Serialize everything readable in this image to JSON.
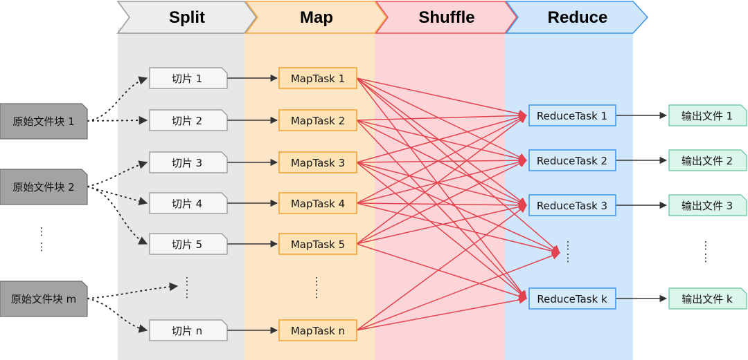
{
  "stages": [
    {
      "label": "Split",
      "fill": "#ededed",
      "stroke": "#9a9a9a"
    },
    {
      "label": "Map",
      "fill": "#fde6c7",
      "stroke": "#f0a640"
    },
    {
      "label": "Shuffle",
      "fill": "#fcd5d8",
      "stroke": "#e9525e"
    },
    {
      "label": "Reduce",
      "fill": "#cfe6fb",
      "stroke": "#3b93e6"
    }
  ],
  "blocks": [
    "原始文件块 1",
    "原始文件块 2",
    "原始文件块 m"
  ],
  "splits": [
    "切片 1",
    "切片 2",
    "切片 3",
    "切片 4",
    "切片 5",
    "切片 n"
  ],
  "map_tasks": [
    "MapTask 1",
    "MapTask 2",
    "MapTask 3",
    "MapTask 4",
    "MapTask 5",
    "MapTask n"
  ],
  "reduce_tasks": [
    "ReduceTask 1",
    "ReduceTask 2",
    "ReduceTask 3",
    "ReduceTask k"
  ],
  "outputs": [
    "输出文件 1",
    "输出文件 2",
    "输出文件 3",
    "输出文件 k"
  ],
  "colors": {
    "block_fill": "#a3a3a3",
    "block_stroke": "#6e6e6e",
    "split_fill": "#f6f6f6",
    "split_stroke": "#8f8f8f",
    "map_fill": "#fde2b6",
    "map_stroke": "#f0a12d",
    "reduce_fill": "#d6ecfd",
    "reduce_stroke": "#3b93e6",
    "output_fill": "#ddf6ec",
    "output_stroke": "#5cc39a",
    "shuffle_arrow": "#e3434e",
    "plain_arrow": "#333333"
  }
}
